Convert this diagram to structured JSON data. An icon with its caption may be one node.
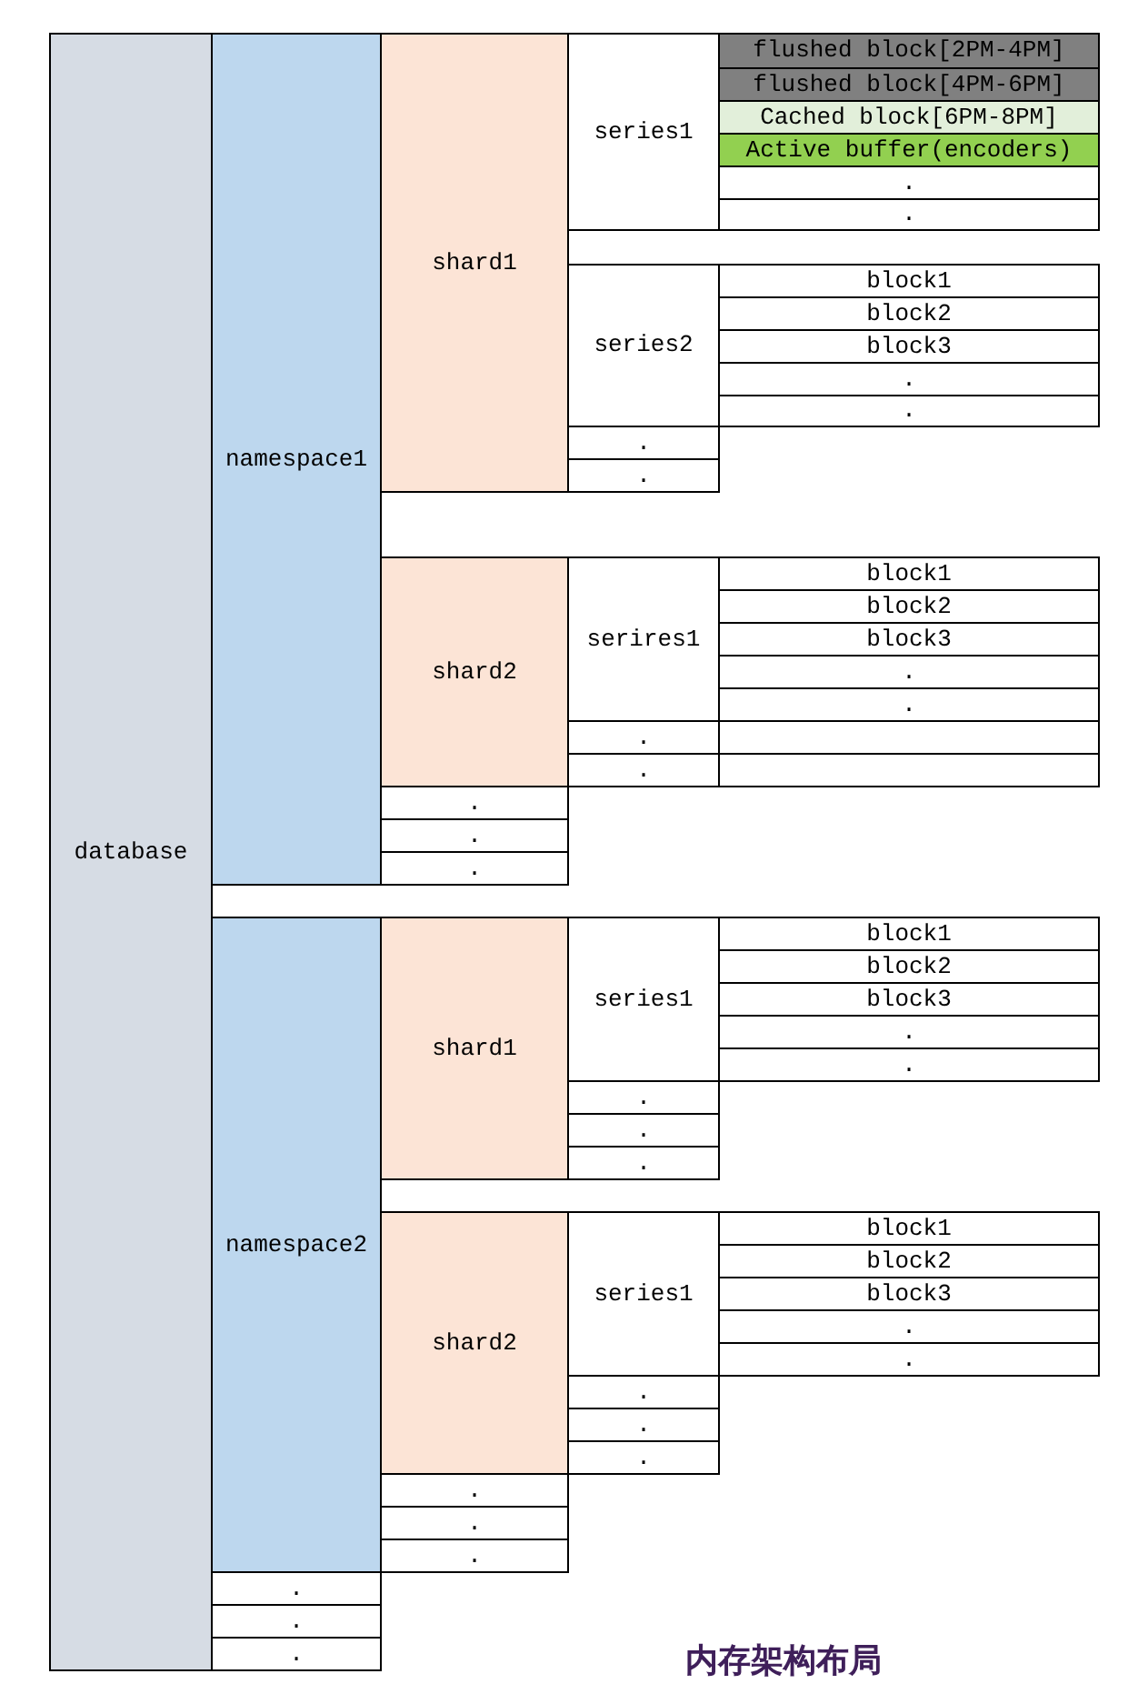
{
  "diagram": {
    "caption": "内存架构布局",
    "nodes": [
      {
        "text": [
          "database"
        ]
      },
      {
        "text": [
          "namespace1"
        ]
      },
      {
        "text": [
          "shard1"
        ]
      },
      {
        "text": [
          "series1"
        ]
      },
      {
        "text": [
          "flushed block[2PM-4PM]"
        ]
      },
      {
        "text": [
          "flushed block[4PM-6PM]"
        ]
      },
      {
        "text": [
          "Cached block[6PM-8PM]"
        ]
      },
      {
        "text": [
          "Active buffer(encoders)"
        ]
      },
      {
        "text": [
          "."
        ]
      },
      {
        "text": [
          "."
        ]
      },
      {
        "text": [
          "series2"
        ]
      },
      {
        "text": [
          "block1"
        ]
      },
      {
        "text": [
          "block2"
        ]
      },
      {
        "text": [
          "block3"
        ]
      },
      {
        "text": [
          "."
        ]
      },
      {
        "text": [
          "."
        ]
      },
      {
        "text": [
          "."
        ]
      },
      {
        "text": [
          "."
        ]
      },
      {
        "text": [
          "shard2"
        ]
      },
      {
        "text": [
          "serires1"
        ]
      },
      {
        "text": [
          "block1"
        ]
      },
      {
        "text": [
          "block2"
        ]
      },
      {
        "text": [
          "block3"
        ]
      },
      {
        "text": [
          "."
        ]
      },
      {
        "text": [
          "."
        ]
      },
      {
        "text": [
          "."
        ]
      },
      {
        "text": [],
        "shape": "box"
      },
      {
        "text": [
          "."
        ]
      },
      {
        "text": [],
        "shape": "box"
      },
      {
        "text": [
          "."
        ]
      },
      {
        "text": [
          "."
        ]
      },
      {
        "text": [
          "."
        ]
      },
      {
        "text": [
          "namespace2"
        ]
      },
      {
        "text": [
          "shard1"
        ]
      },
      {
        "text": [
          "series1"
        ]
      },
      {
        "text": [
          "block1"
        ]
      },
      {
        "text": [
          "block2"
        ]
      },
      {
        "text": [
          "block3"
        ]
      },
      {
        "text": [
          "."
        ]
      },
      {
        "text": [
          "."
        ]
      },
      {
        "text": [
          "."
        ]
      },
      {
        "text": [
          "."
        ]
      },
      {
        "text": [
          "."
        ]
      },
      {
        "text": [
          "shard2"
        ]
      },
      {
        "text": [
          "series1"
        ]
      },
      {
        "text": [
          "block1"
        ]
      },
      {
        "text": [
          "block2"
        ]
      },
      {
        "text": [
          "block3"
        ]
      },
      {
        "text": [
          "."
        ]
      },
      {
        "text": [
          "."
        ]
      },
      {
        "text": [
          "."
        ]
      },
      {
        "text": [
          "."
        ]
      },
      {
        "text": [
          "."
        ]
      },
      {
        "text": [
          "."
        ]
      },
      {
        "text": [
          "."
        ]
      },
      {
        "text": [
          "."
        ]
      },
      {
        "text": [
          "."
        ]
      },
      {
        "text": [
          "."
        ]
      },
      {
        "text": [
          "."
        ]
      }
    ]
  }
}
